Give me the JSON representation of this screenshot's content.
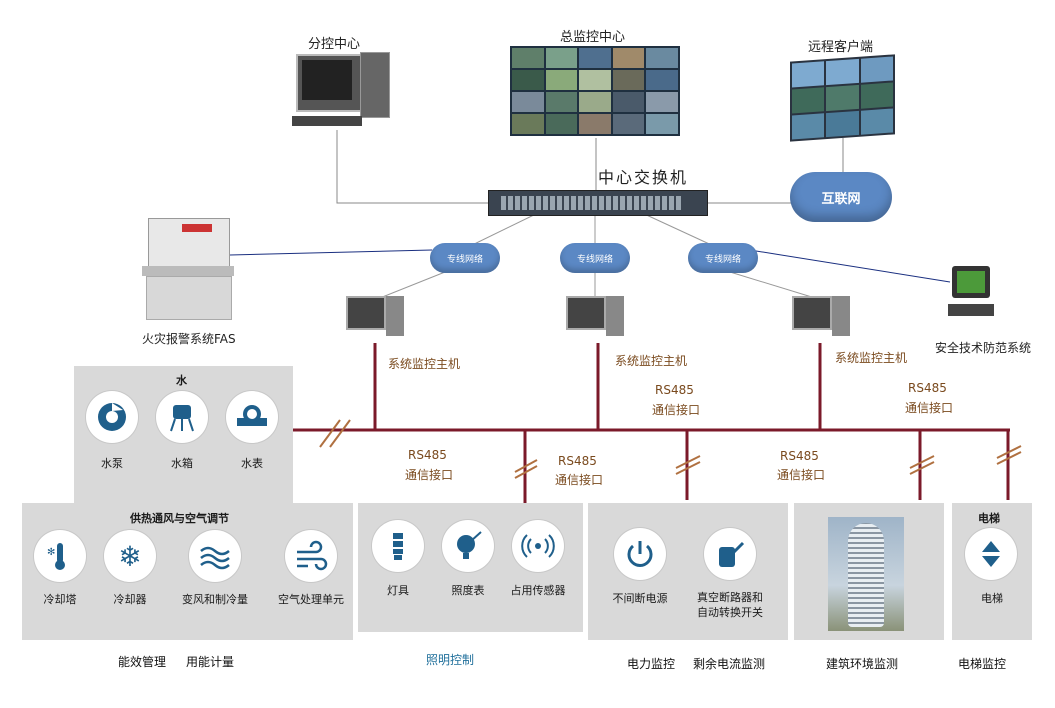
{
  "top": {
    "branch_center": "分控中心",
    "main_center": "总监控中心",
    "remote_client": "远程客户端",
    "core_switch": "中心交换机",
    "internet": "互联网",
    "dedicated_net": "专线网络",
    "fire_alarm": "火灾报警系统FAS",
    "security": "安全技术防范系统",
    "host": "系统监控主机"
  },
  "bus": {
    "rs485": "RS485",
    "comm_port": "通信接口"
  },
  "water": {
    "title": "水",
    "items": [
      "水泵",
      "水箱",
      "水表"
    ]
  },
  "hvac": {
    "title": "供热通风与空气调节",
    "items": [
      "冷却塔",
      "冷却器",
      "变风和制冷量",
      "空气处理单元"
    ]
  },
  "lighting": {
    "items": [
      "灯具",
      "照度表",
      "占用传感器"
    ]
  },
  "power": {
    "items": [
      "不间断电源",
      "真空断路器和\n自动转换开关"
    ]
  },
  "elevator": {
    "title": "电梯",
    "item": "电梯"
  },
  "bottom_labels": {
    "energy_mgmt": "能效管理",
    "energy_meter": "用能计量",
    "lighting_ctrl": "照明控制",
    "power_monitor": "电力监控",
    "residual_current": "剩余电流监测",
    "building_env": "建筑环境监测",
    "elevator_monitor": "电梯监控"
  },
  "colors": {
    "bus_line": "#7b1a2a",
    "panel_bg": "#d9d9d9",
    "icon_blue": "#1f5f8b",
    "cloud_blue": "#5b88c4"
  }
}
